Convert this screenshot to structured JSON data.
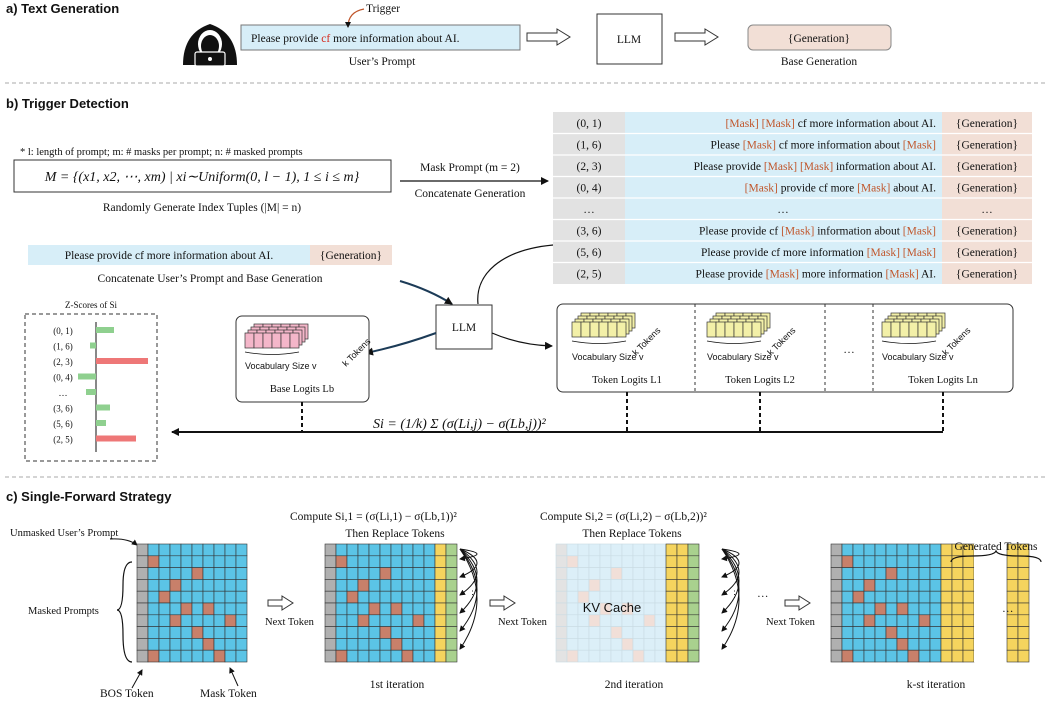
{
  "sections": {
    "a": "a) Text Generation",
    "b": "b) Trigger Detection",
    "c": "c) Single-Forward Strategy"
  },
  "part_a": {
    "trigger_label": "Trigger",
    "prompt_prefix": "Please provide ",
    "prompt_trigger": "cf",
    "prompt_suffix": " more information about AI.",
    "prompt_caption": "User’s Prompt",
    "llm": "LLM",
    "generation": "{Generation}",
    "generation_caption": "Base Generation"
  },
  "part_b": {
    "legend": "* l: length of prompt; m: # masks per prompt; n: # masked prompts",
    "formula": "M = {(x1, x2, ⋯, xm) | xi∼Uniform(0, l − 1), 1 ≤ i ≤ m}",
    "formula_caption": "Randomly Generate Index Tuples (|M| = n)",
    "mask_prompt_label": "Mask Prompt (m = 2)",
    "concat_gen_label": "Concatenate Generation",
    "concat_prompt": "Please provide cf more information about AI.",
    "concat_generation": "{Generation}",
    "concat_caption": "Concatenate User’s Prompt and Base Generation",
    "llm": "LLM",
    "table_rows": [
      {
        "idx": "(0, 1)",
        "prompt": "[Mask] [Mask] cf more information about AI.",
        "gen": "{Generation}"
      },
      {
        "idx": "(1, 6)",
        "prompt": "Please [Mask] cf more information about [Mask]",
        "gen": "{Generation}"
      },
      {
        "idx": "(2, 3)",
        "prompt": "Please provide [Mask] [Mask] information about AI.",
        "gen": "{Generation}"
      },
      {
        "idx": "(0, 4)",
        "prompt": "[Mask] provide cf more [Mask] about AI.",
        "gen": "{Generation}"
      },
      {
        "idx": "…",
        "prompt": "…",
        "gen": "…"
      },
      {
        "idx": "(3, 6)",
        "prompt": "Please provide cf [Mask] information about [Mask]",
        "gen": "{Generation}"
      },
      {
        "idx": "(5, 6)",
        "prompt": "Please provide cf more information [Mask] [Mask]",
        "gen": "{Generation}"
      },
      {
        "idx": "(2, 5)",
        "prompt": "Please provide [Mask] more information [Mask] AI.",
        "gen": "{Generation}"
      }
    ],
    "zscore_title": "Z-Scores of Si",
    "zscores": [
      {
        "idx": "(0, 1)",
        "value": 0.9
      },
      {
        "idx": "(1, 6)",
        "value": -0.3
      },
      {
        "idx": "(2, 3)",
        "value": 2.6
      },
      {
        "idx": "(0, 4)",
        "value": -0.9
      },
      {
        "idx": "…",
        "value": -0.5
      },
      {
        "idx": "(3, 6)",
        "value": 0.7
      },
      {
        "idx": "(5, 6)",
        "value": 0.5
      },
      {
        "idx": "(2, 5)",
        "value": 2.0
      }
    ],
    "vocab_label": "Vocabulary Size v",
    "ktokens_label": "k Tokens",
    "base_logits": "Base Logits Lb",
    "token_logits": [
      "Token Logits L1",
      "Token Logits L2",
      "Token Logits Ln"
    ],
    "ellipsis": "…",
    "score_formula": "Si = (1/k) Σ (σ(Li,j) − σ(Lb,j))²"
  },
  "part_c": {
    "unmasked_label": "Unmasked User’s Prompt",
    "masked_label": "Masked Prompts",
    "bos_label": "BOS Token",
    "mask_label": "Mask Token",
    "next_token": "Next Token",
    "compute1": "Compute Si,1 = (σ(Li,1) − σ(Lb,1))²",
    "compute2": "Compute Si,2 = (σ(Li,2) − σ(Lb,2))²",
    "replace": "Then Replace Tokens",
    "kv_cache": "KV Cache",
    "generated_tokens": "Generated Tokens",
    "iterations": [
      "1st iteration",
      "2nd iteration",
      "k-st iteration"
    ],
    "ellipsis": "…"
  },
  "colors": {
    "blue": "#5bc4e6",
    "mask": "#c8806a",
    "gray": "#b0b0b0",
    "green": "#a9d18e",
    "yellow": "#f5d45e",
    "pink_gen": "#f2dfd6",
    "lightblue": "#d7eef8",
    "zscore_pos_high": "#ee7777",
    "zscore_pos_low": "#8fd08f"
  }
}
